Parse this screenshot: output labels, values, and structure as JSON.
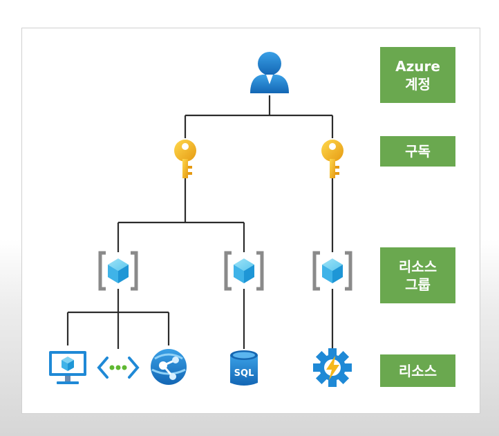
{
  "levels": [
    {
      "id": "account",
      "lines": [
        "Azure",
        "계정"
      ]
    },
    {
      "id": "subscription",
      "lines": [
        "구독"
      ]
    },
    {
      "id": "resource_group",
      "lines": [
        "리소스",
        "그룹"
      ]
    },
    {
      "id": "resource",
      "lines": [
        "리소스"
      ]
    }
  ],
  "icons": {
    "account": "user-icon",
    "subscriptions": [
      "key-icon",
      "key-icon"
    ],
    "resource_groups": [
      "resource-group-icon",
      "resource-group-icon",
      "resource-group-icon"
    ],
    "resources": [
      "virtual-machine-icon",
      "virtual-network-icon",
      "app-service-icon",
      "sql-database-icon",
      "function-app-icon"
    ]
  },
  "sql_label": "SQL",
  "colors": {
    "label_bg": "#6aa84f",
    "label_text": "#ffffff",
    "azure_blue": "#1f89d6",
    "key_gold": "#f5b81c",
    "connector": "#2b2b2b"
  }
}
